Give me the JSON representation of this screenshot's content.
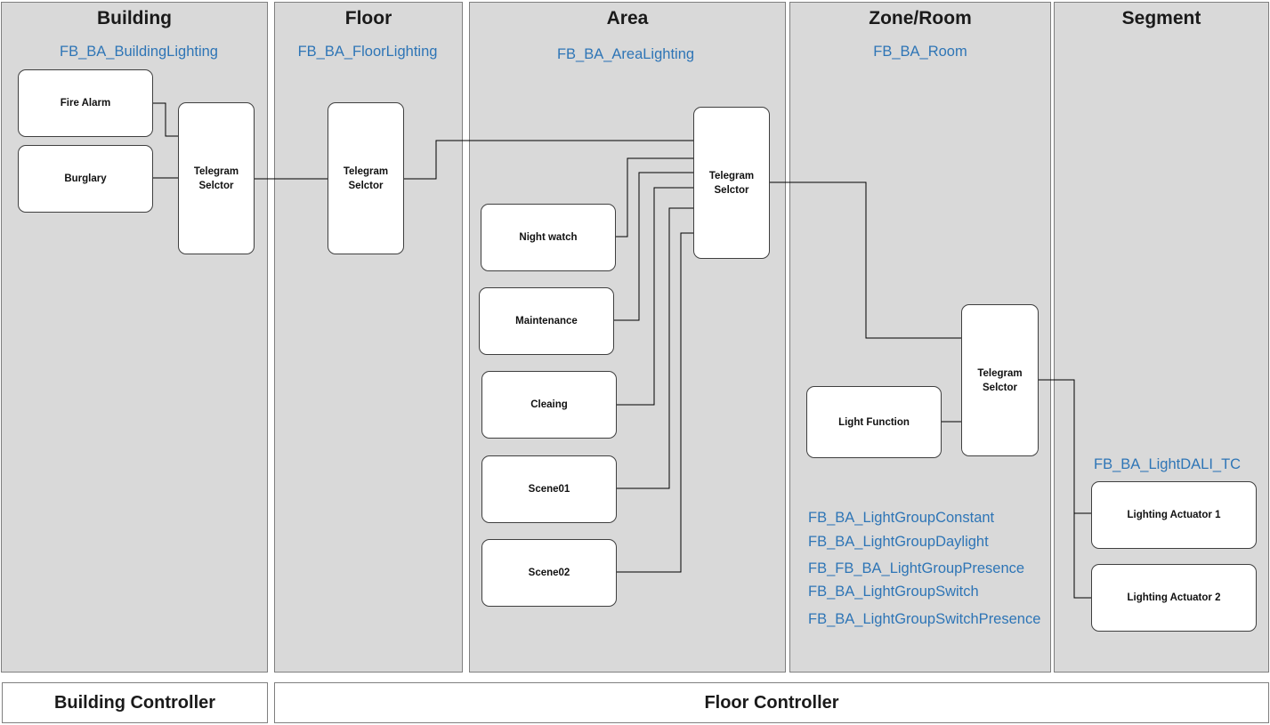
{
  "lanes": {
    "building": {
      "title": "Building",
      "fb": "FB_BA_BuildingLighting",
      "boxes": {
        "fire_alarm": "Fire Alarm",
        "burglary": "Burglary",
        "selector": "Telegram\nSelctor"
      }
    },
    "floor": {
      "title": "Floor",
      "fb": "FB_BA_FloorLighting",
      "boxes": {
        "selector": "Telegram\nSelctor"
      }
    },
    "area": {
      "title": "Area",
      "fb": "FB_BA_AreaLighting",
      "boxes": {
        "selector": "Telegram\nSelctor",
        "night_watch": "Night watch",
        "maintenance": "Maintenance",
        "cleaning": "Cleaing",
        "scene01": "Scene01",
        "scene02": "Scene02"
      }
    },
    "zone": {
      "title": "Zone/Room",
      "fb": "FB_BA_Room",
      "boxes": {
        "selector": "Telegram\nSelctor",
        "light_function": "Light Function"
      },
      "function_blocks": [
        "FB_BA_LightGroupConstant",
        "FB_BA_LightGroupDaylight",
        "FB_FB_BA_LightGroupPresence",
        "FB_BA_LightGroupSwitch",
        "FB_BA_LightGroupSwitchPresence"
      ]
    },
    "segment": {
      "title": "Segment",
      "fb": "FB_BA_LightDALI_TC",
      "boxes": {
        "actuator1": "Lighting Actuator 1",
        "actuator2": "Lighting Actuator 2"
      }
    }
  },
  "controllers": {
    "building": "Building Controller",
    "floor": "Floor Controller"
  },
  "colors": {
    "lane_fill": "#d9d9d9",
    "fb_text": "#2e75b6",
    "box_fill": "#ffffff",
    "line": "#000000"
  }
}
